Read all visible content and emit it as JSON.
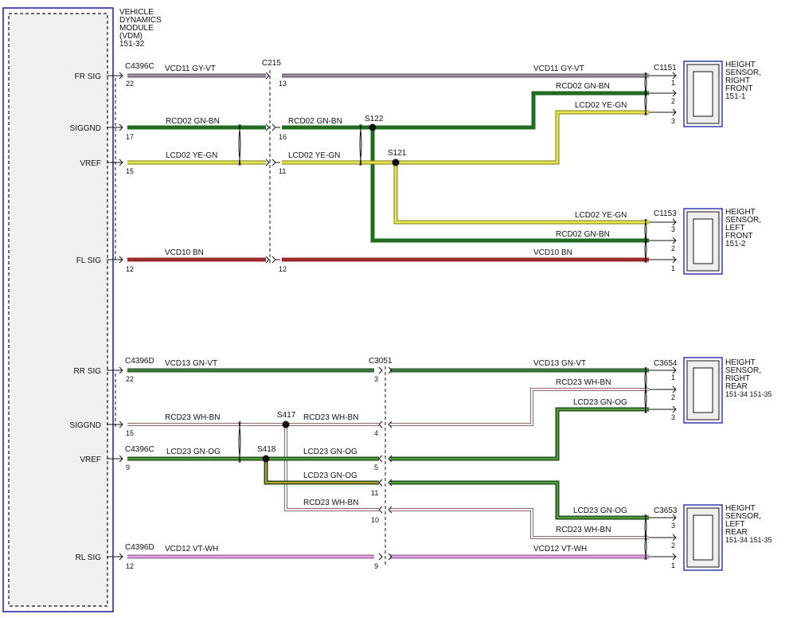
{
  "module": {
    "title_lines": [
      "VEHICLE",
      "DYNAMICS",
      "MODULE",
      "(VDM)",
      "151-32"
    ]
  },
  "pins": {
    "fr_sig": "FR SIG",
    "siggnd_front": "SIGGND",
    "vref_front": "VREF",
    "fl_sig": "FL SIG",
    "rr_sig": "RR SIG",
    "siggnd_rear": "SIGGND",
    "vref_rear": "VREF",
    "rl_sig": "RL SIG"
  },
  "connectors": {
    "c4396c_top": "C4396C",
    "c215": "C215",
    "c1151": "C1151",
    "c1153": "C1153",
    "c4396d_rr": "C4396D",
    "c3051": "C3051",
    "c3654": "C3654",
    "c4396c_vref": "C4396C",
    "c3653": "C3653",
    "c4396d_rl": "C4396D"
  },
  "splices": {
    "s122": "S122",
    "s121": "S121",
    "s417": "S417",
    "s418": "S418"
  },
  "wires": {
    "vcd11": "VCD11  GY-VT",
    "rcd02": "RCD02  GN-BN",
    "lcd02": "LCD02  YE-GN",
    "vcd10": "VCD10  BN",
    "vcd13": "VCD13  GN-VT",
    "rcd23": "RCD23  WH-BN",
    "lcd23": "LCD23  GN-OG",
    "vcd12": "VCD12  VT-WH"
  },
  "pin_numbers": {
    "p22": "22",
    "p13": "13",
    "p17": "17",
    "p16": "16",
    "p15": "15",
    "p11": "11",
    "p12": "12",
    "p1": "1",
    "p2": "2",
    "p3": "3",
    "p4": "4",
    "p5": "5",
    "p9": "9",
    "p10": "10"
  },
  "sensors": {
    "rf": [
      "HEIGHT",
      "SENSOR,",
      "RIGHT",
      "FRONT",
      "151-1"
    ],
    "lf": [
      "HEIGHT",
      "SENSOR,",
      "LEFT",
      "FRONT",
      "151-2"
    ],
    "rr": [
      "HEIGHT",
      "SENSOR,",
      "RIGHT",
      "REAR",
      "151-34  151-35"
    ],
    "lr": [
      "HEIGHT",
      "SENSOR,",
      "LEFT",
      "REAR",
      "151-34  151-35"
    ]
  },
  "colors": {
    "gy_vt": "#9c8aa0",
    "gn_bn": "#1f6b1f",
    "ye_gn": "#e6e64a",
    "bn": "#9b2a2a",
    "gn_vt": "#3e7a3e",
    "wh_bn": "#e8d8d8",
    "gn_og": "#2e7d2e",
    "vt_wh": "#d9a0dd",
    "frame": "#1a1aa0"
  }
}
